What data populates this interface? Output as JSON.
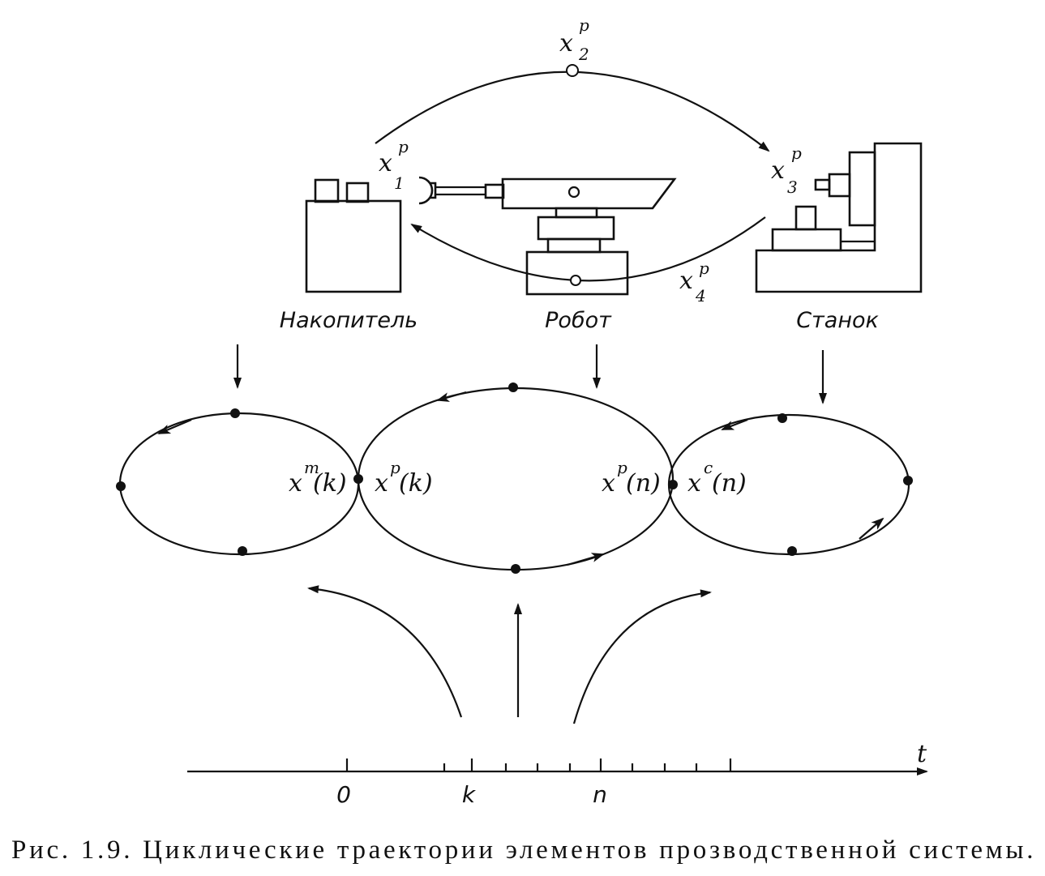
{
  "labels": {
    "x1": {
      "base": "x",
      "sup": "p",
      "sub": "1"
    },
    "x2": {
      "base": "x",
      "sup": "p",
      "sub": "2"
    },
    "x3": {
      "base": "x",
      "sup": "p",
      "sub": "3"
    },
    "x4": {
      "base": "x",
      "sup": "p",
      "sub": "4"
    }
  },
  "components": {
    "storage": "Накопитель",
    "robot": "Робот",
    "machine": "Станок"
  },
  "states": {
    "storage_k": {
      "base": "x",
      "sup": "т",
      "arg": "(k)"
    },
    "robot_k": {
      "base": "x",
      "sup": "p",
      "arg": "(k)"
    },
    "robot_n": {
      "base": "x",
      "sup": "p",
      "arg": "(n)"
    },
    "machine_n": {
      "base": "x",
      "sup": "c",
      "arg": "(n)"
    }
  },
  "axis": {
    "label": "t",
    "ticks": [
      "0",
      "k",
      "n"
    ]
  },
  "caption": "Рис. 1.9. Циклические траектории элементов прозводственной системы."
}
